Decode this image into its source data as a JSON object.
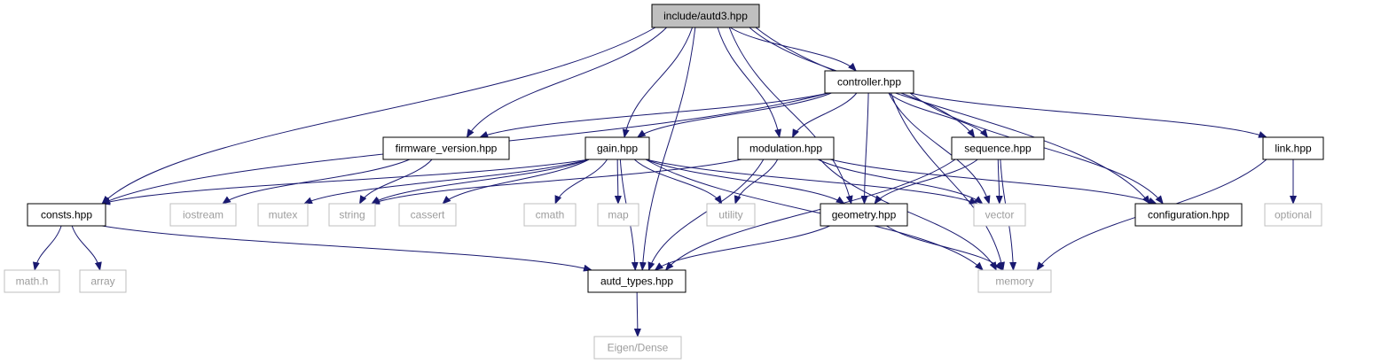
{
  "colors": {
    "edge": "#191970",
    "root_fill": "#bfbfbf",
    "internal_border": "#000000",
    "external_border": "#bfbfbf",
    "external_text": "#9c9c9c"
  },
  "nodes": {
    "autd3": {
      "label": "include/autd3.hpp",
      "kind": "root"
    },
    "controller": {
      "label": "controller.hpp",
      "kind": "internal"
    },
    "firmware": {
      "label": "firmware_version.hpp",
      "kind": "internal"
    },
    "gain": {
      "label": "gain.hpp",
      "kind": "internal"
    },
    "modulation": {
      "label": "modulation.hpp",
      "kind": "internal"
    },
    "sequence": {
      "label": "sequence.hpp",
      "kind": "internal"
    },
    "link": {
      "label": "link.hpp",
      "kind": "internal"
    },
    "consts": {
      "label": "consts.hpp",
      "kind": "internal"
    },
    "iostream": {
      "label": "iostream",
      "kind": "external"
    },
    "mutex": {
      "label": "mutex",
      "kind": "external"
    },
    "string": {
      "label": "string",
      "kind": "external"
    },
    "cassert": {
      "label": "cassert",
      "kind": "external"
    },
    "cmath": {
      "label": "cmath",
      "kind": "external"
    },
    "map": {
      "label": "map",
      "kind": "external"
    },
    "utility": {
      "label": "utility",
      "kind": "external"
    },
    "geometry": {
      "label": "geometry.hpp",
      "kind": "internal"
    },
    "vector": {
      "label": "vector",
      "kind": "external"
    },
    "configuration": {
      "label": "configuration.hpp",
      "kind": "internal"
    },
    "optional": {
      "label": "optional",
      "kind": "external"
    },
    "math": {
      "label": "math.h",
      "kind": "external"
    },
    "array": {
      "label": "array",
      "kind": "external"
    },
    "autd_types": {
      "label": "autd_types.hpp",
      "kind": "internal"
    },
    "memory": {
      "label": "memory",
      "kind": "external"
    },
    "eigen": {
      "label": "Eigen/Dense",
      "kind": "external"
    }
  },
  "edges": [
    [
      "autd3",
      "consts"
    ],
    [
      "autd3",
      "autd_types"
    ],
    [
      "autd3",
      "firmware"
    ],
    [
      "autd3",
      "gain"
    ],
    [
      "autd3",
      "geometry"
    ],
    [
      "autd3",
      "modulation"
    ],
    [
      "autd3",
      "controller"
    ],
    [
      "autd3",
      "sequence"
    ],
    [
      "autd3",
      "configuration"
    ],
    [
      "controller",
      "consts"
    ],
    [
      "controller",
      "firmware"
    ],
    [
      "controller",
      "gain"
    ],
    [
      "controller",
      "modulation"
    ],
    [
      "controller",
      "geometry"
    ],
    [
      "controller",
      "vector"
    ],
    [
      "controller",
      "sequence"
    ],
    [
      "controller",
      "configuration"
    ],
    [
      "controller",
      "link"
    ],
    [
      "controller",
      "memory"
    ],
    [
      "firmware",
      "iostream"
    ],
    [
      "firmware",
      "string"
    ],
    [
      "gain",
      "consts"
    ],
    [
      "gain",
      "mutex"
    ],
    [
      "gain",
      "string"
    ],
    [
      "gain",
      "cassert"
    ],
    [
      "gain",
      "cmath"
    ],
    [
      "gain",
      "map"
    ],
    [
      "gain",
      "utility"
    ],
    [
      "gain",
      "geometry"
    ],
    [
      "gain",
      "vector"
    ],
    [
      "gain",
      "memory"
    ],
    [
      "gain",
      "autd_types"
    ],
    [
      "modulation",
      "string"
    ],
    [
      "modulation",
      "utility"
    ],
    [
      "modulation",
      "autd_types"
    ],
    [
      "modulation",
      "vector"
    ],
    [
      "modulation",
      "configuration"
    ],
    [
      "modulation",
      "memory"
    ],
    [
      "sequence",
      "geometry"
    ],
    [
      "sequence",
      "vector"
    ],
    [
      "sequence",
      "memory"
    ],
    [
      "sequence",
      "autd_types"
    ],
    [
      "link",
      "optional"
    ],
    [
      "link",
      "memory"
    ],
    [
      "consts",
      "math"
    ],
    [
      "consts",
      "array"
    ],
    [
      "consts",
      "autd_types"
    ],
    [
      "geometry",
      "autd_types"
    ],
    [
      "geometry",
      "memory"
    ],
    [
      "autd_types",
      "eigen"
    ]
  ]
}
